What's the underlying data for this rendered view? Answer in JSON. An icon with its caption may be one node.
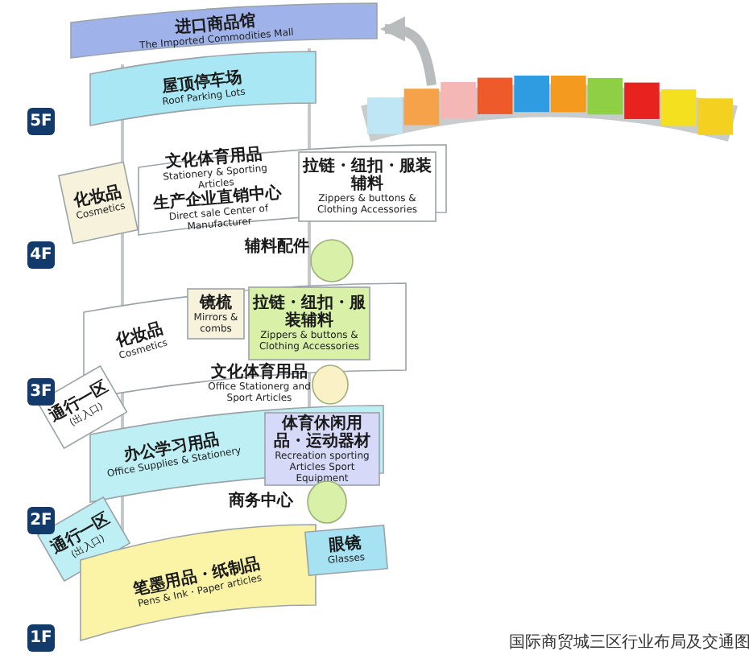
{
  "diagram": {
    "caption": "国际商贸城三区行业布局及交通图",
    "nodes": [
      {
        "text": [
          "进口商品馆",
          "The Imported Commodities Mall"
        ]
      },
      {
        "text": [
          "屋顶停车场",
          "Roof Parking Lots"
        ]
      },
      {
        "text": [
          "化妆品",
          "Cosmetics"
        ]
      },
      {
        "text": [
          "文化体育用品",
          "Stationery & Sporting Articles",
          "生产企业直销中心",
          "Direct sale Center of Manufacturer"
        ]
      },
      {
        "text": [
          "拉链・纽扣・服装辅料",
          "Zippers & buttons & Clothing Accessories"
        ],
        "in": 3
      },
      {
        "text": [],
        "shape": "circle",
        "beside": [
          "辅料配件"
        ]
      },
      {
        "text": [
          "化妆品",
          "Cosmetics"
        ]
      },
      {
        "text": [
          "镜梳",
          "Mirrors & combs"
        ],
        "in": 6
      },
      {
        "text": [
          "拉链・纽扣・服装辅料",
          "Zippers & buttons & Clothing Accessories"
        ],
        "in": 6
      },
      {
        "text": [],
        "shape": "circle",
        "beside": [
          "文化体育用品",
          "Office Stationerg and Sport Articles"
        ]
      },
      {
        "text": [
          "通行一区",
          "(出入口)"
        ]
      },
      {
        "text": [
          "办公学习用品",
          "Office Supplies & Stationery"
        ]
      },
      {
        "text": [
          "体育休闲用品・运动器材",
          "Recreation sporting Articles Sport Equipment"
        ],
        "in": 11
      },
      {
        "text": [
          "通行一区",
          "(出入口)"
        ]
      },
      {
        "text": [],
        "shape": "circle",
        "beside": [
          "商务中心"
        ]
      },
      {
        "text": [
          "笔墨用品・纸制品",
          "Pens & Ink・Paper articles"
        ]
      },
      {
        "text": [
          "眼镜",
          "Glasses"
        ]
      },
      {
        "text": [],
        "shape": "picture"
      }
    ],
    "edges": [
      {
        "from": 17,
        "to": 0,
        "arrow": "to"
      }
    ],
    "labels": [
      "5F",
      "4F",
      "3F",
      "2F",
      "1F"
    ]
  }
}
